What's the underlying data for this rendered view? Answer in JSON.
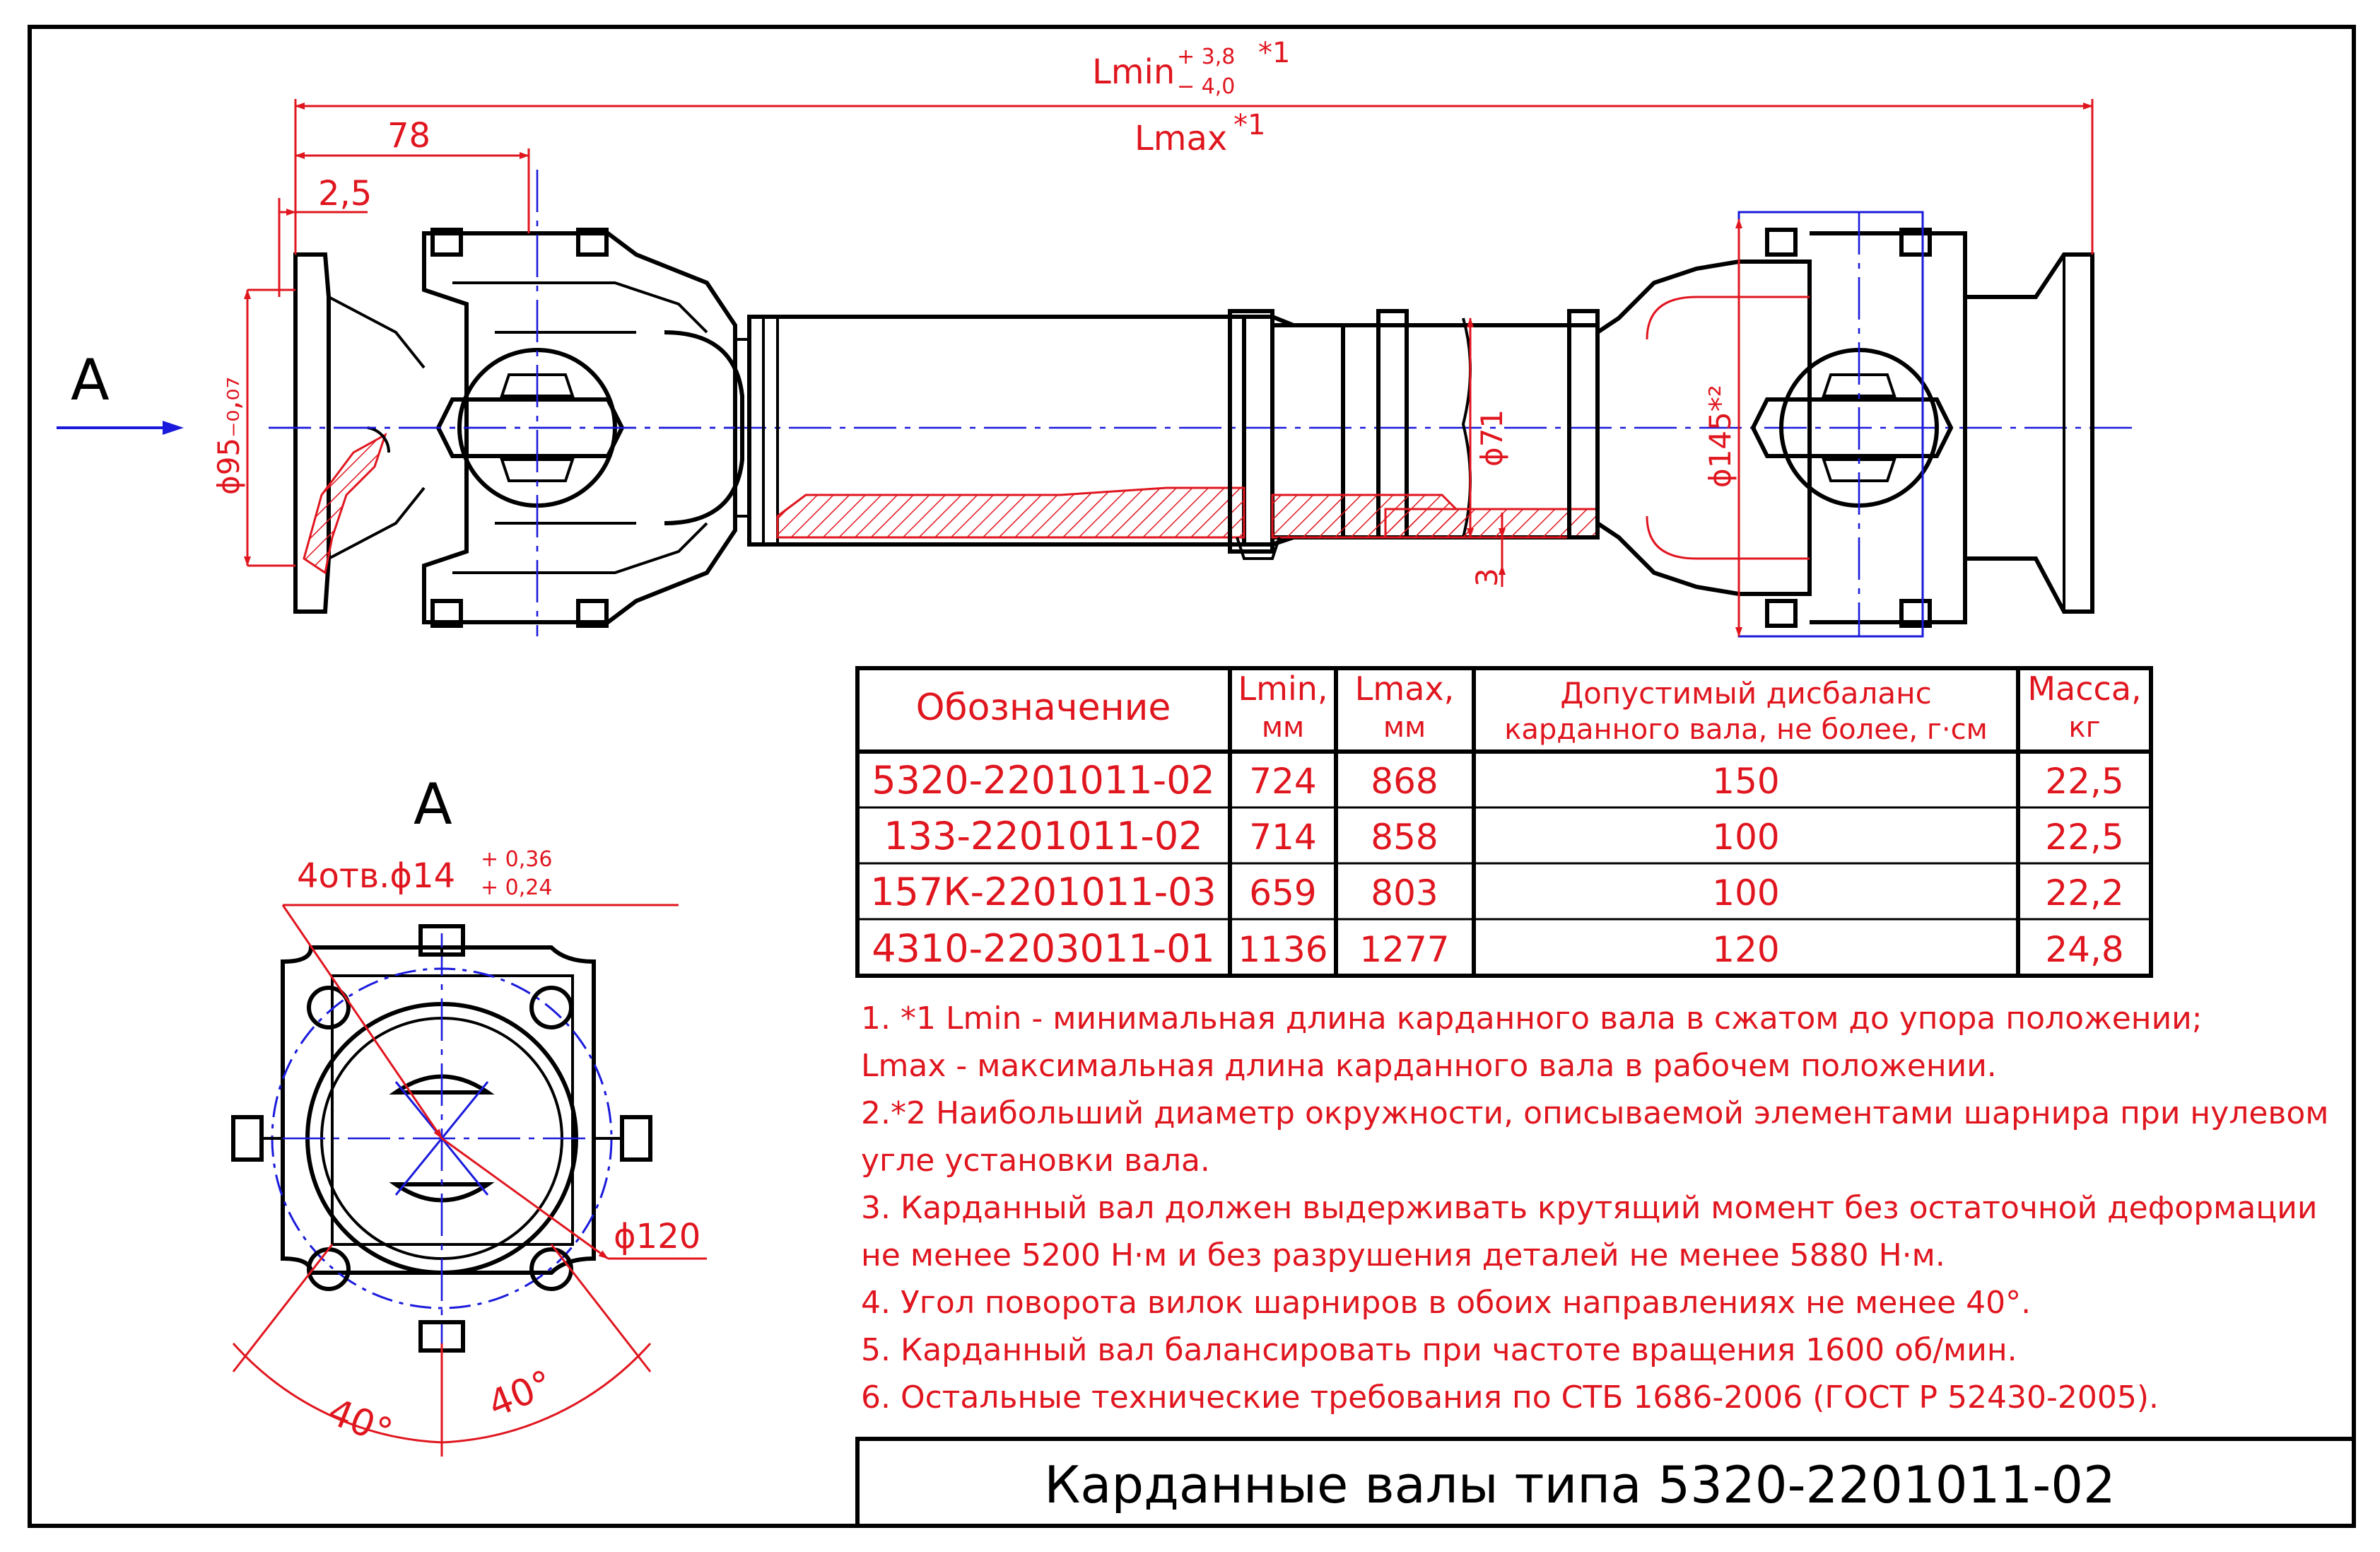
{
  "dimensions": {
    "lmin_label": "Lmin",
    "lmin_tol_plus": "+ 3,8",
    "lmin_tol_minus": "− 4,0",
    "lmin_note": "*1",
    "lmax_label": "Lmax",
    "lmax_note": "*1",
    "d78": "78",
    "d2_5": "2,5",
    "d95": "ϕ95₋₀,₀₇",
    "d71": "ϕ71",
    "d145": "ϕ145*²",
    "d3": "3",
    "d120": "ϕ120",
    "holes": "4отв.ϕ14",
    "holes_plus": "+ 0,36",
    "holes_minus": "+ 0,24",
    "angle_left": "40°",
    "angle_right": "40°"
  },
  "views": {
    "arrow_label": "A",
    "view_label": "A"
  },
  "table": {
    "headers": [
      {
        "l1": "Обозначение",
        "l2": ""
      },
      {
        "l1": "Lmin,",
        "l2": "мм"
      },
      {
        "l1": "Lmax,",
        "l2": "мм"
      },
      {
        "l1": "Допустимый дисбаланс",
        "l2": "карданного вала, не более, г·см"
      },
      {
        "l1": "Масса,",
        "l2": "кг"
      }
    ],
    "rows": [
      [
        "5320-2201011-02",
        "724",
        "868",
        "150",
        "22,5"
      ],
      [
        "133-2201011-02",
        "714",
        "858",
        "100",
        "22,5"
      ],
      [
        "157К-2201011-03",
        "659",
        "803",
        "100",
        "22,2"
      ],
      [
        "4310-2203011-01",
        "1136",
        "1277",
        "120",
        "24,8"
      ]
    ]
  },
  "notes": [
    "1. *1 Lmin - минимальная длина карданного вала в сжатом до упора положении;",
    "Lmax - максимальная длина карданного вала в рабочем положении.",
    "2.*2 Наибольший диаметр окружности, описываемой элементами шарнира при нулевом",
    "угле установки вала.",
    "3. Карданный вал должен выдерживать крутящий момент без остаточной деформации",
    "не менее 5200 Н·м и без разрушения деталей не менее 5880 Н·м.",
    "4. Угол поворота вилок шарниров в обоих направлениях не менее 40°.",
    "5. Карданный вал балансировать при частоте вращения 1600 об/мин.",
    "6. Остальные технические требования по СТБ 1686-2006 (ГОСТ Р 52430-2005)."
  ],
  "title": "Карданные валы типа 5320-2201011-02",
  "colors": {
    "dimension": "#e0161f",
    "outline": "#000000",
    "axis": "#1a1adc"
  }
}
